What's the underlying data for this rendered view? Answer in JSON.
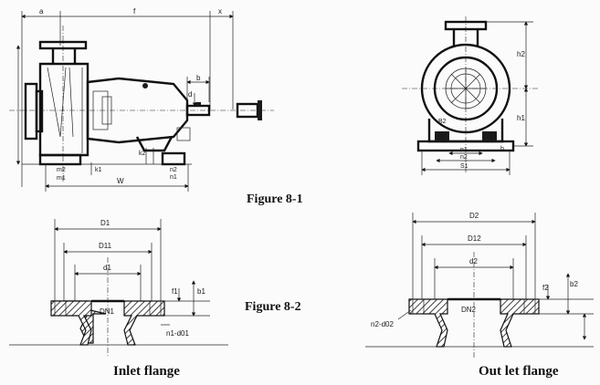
{
  "captions": {
    "figure_1": "Figure 8-1",
    "figure_2": "Figure 8-2",
    "inlet": "Inlet flange",
    "outlet": "Out let flange"
  },
  "side_view_dims": {
    "a": "a",
    "f": "f",
    "x": "x",
    "b": "b",
    "d": "d",
    "k1": "k1",
    "k2": "k2",
    "m1": "m1",
    "m2": "m2",
    "w": "W",
    "n1": "n1",
    "n2": "n2"
  },
  "front_view_dims": {
    "h1": "h1",
    "h2": "h2",
    "b2": "B2",
    "s1": "S1",
    "n1": "n1",
    "n2": "n2",
    "b": "b"
  },
  "inlet_flange_dims": {
    "d1_outer": "D1",
    "d11": "D11",
    "d1_bore": "d1",
    "f1": "f1",
    "b1": "b1",
    "dn1": "DN1",
    "holes": "n1-d01"
  },
  "outlet_flange_dims": {
    "d2_outer": "D2",
    "d12": "D12",
    "d2_bore": "d2",
    "f2": "f2",
    "b2": "b2",
    "dn2": "DN2",
    "holes": "n2-d02"
  }
}
